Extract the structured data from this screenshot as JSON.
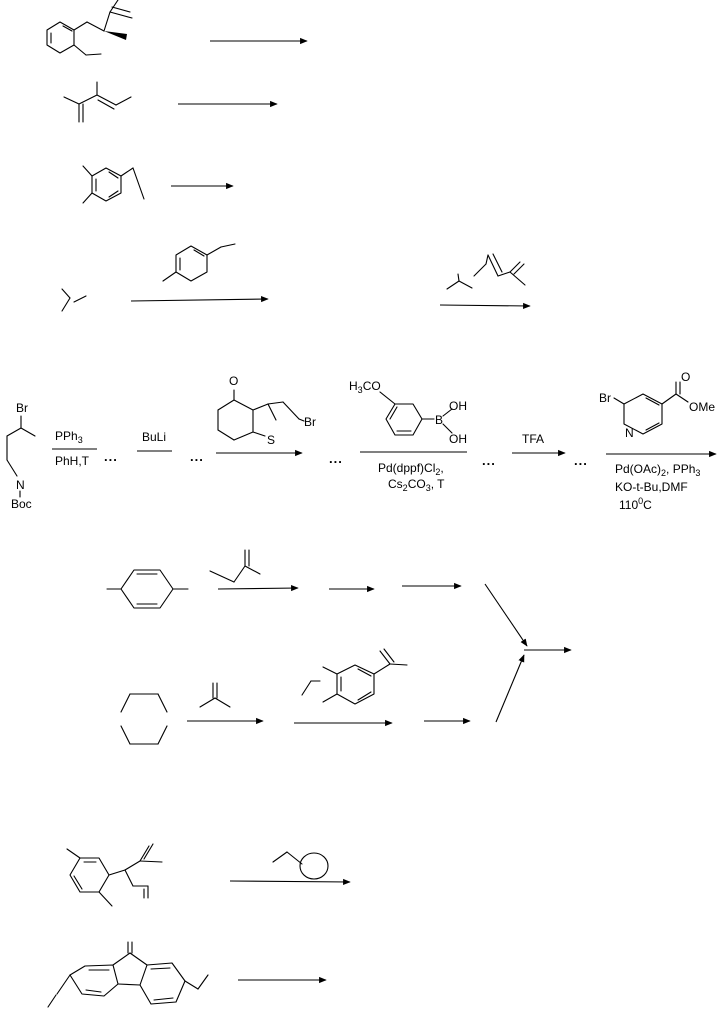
{
  "row5": {
    "br": "Br",
    "n": "N",
    "boc": "Boc",
    "step1_top": "PPh",
    "step1_top_sub": "3",
    "step1_bottom": "PhH,T",
    "step2_top": "BuLi",
    "thiophene_o": "O",
    "thiophene_s": "S",
    "thiophene_br": "Br",
    "boronic_h3co": "H",
    "boronic_h3co_sub": "3",
    "boronic_h3co_rest": "CO",
    "boronic_b": "B",
    "boronic_oh1": "OH",
    "boronic_oh2": "OH",
    "suzuki_line1": "Pd(dppf)Cl",
    "suzuki_line1_sub": "2",
    "suzuki_line1_end": ",",
    "suzuki_line2": "Cs",
    "suzuki_line2_sub1": "2",
    "suzuki_line2_mid": "CO",
    "suzuki_line2_sub2": "3",
    "suzuki_line2_end": ", T",
    "tfa": "TFA",
    "pyridine_br": "Br",
    "pyridine_n": "N",
    "pyridine_o": "O",
    "pyridine_ome": "OMe",
    "heck_line1": "Pd(OAc)",
    "heck_line1_sub": "2",
    "heck_line1_end": ", PPh",
    "heck_line1_sub2": "3",
    "heck_line2": "KO-t-Bu,DMF",
    "heck_line3": "110",
    "heck_line3_sup": "0",
    "heck_line3_end": "C",
    "ellipsis": "..."
  }
}
